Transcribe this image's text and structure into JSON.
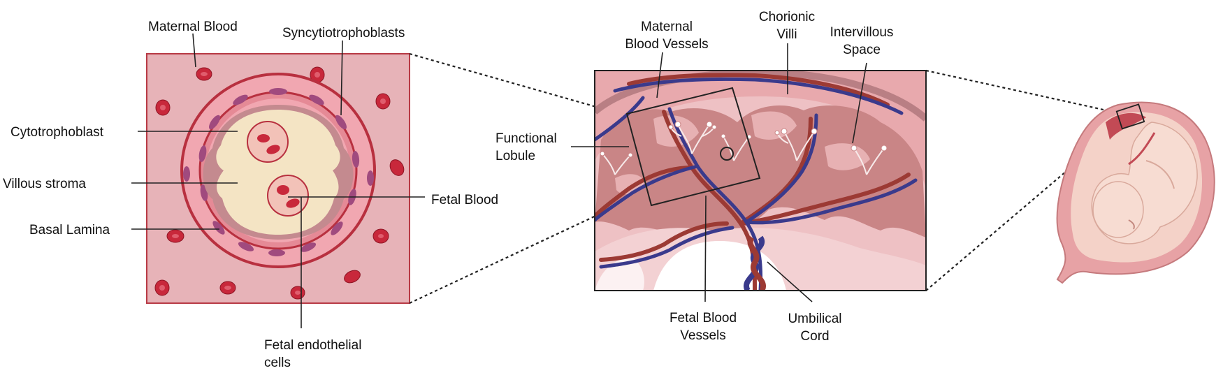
{
  "labels": {
    "maternal_blood": "Maternal Blood",
    "syncytiotrophoblasts": "Syncytiotrophoblasts",
    "cytotrophoblast": "Cytotrophoblast",
    "villous_stroma": "Villous stroma",
    "basal_lamina": "Basal Lamina",
    "fetal_blood": "Fetal Blood",
    "fetal_endothelial_line1": "Fetal endothelial",
    "fetal_endothelial_line2": "cells",
    "maternal_vessels_line1": "Maternal",
    "maternal_vessels_line2": "Blood Vessels",
    "chorionic_line1": "Chorionic",
    "chorionic_line2": "Villi",
    "intervillous_line1": "Intervillous",
    "intervillous_line2": "Space",
    "functional_line1": "Functional",
    "functional_line2": "Lobule",
    "fetal_vessels_line1": "Fetal Blood",
    "fetal_vessels_line2": "Vessels",
    "umbilical_line1": "Umbilical",
    "umbilical_line2": "Cord"
  },
  "colors": {
    "maternal_tissue": "#e7b3b8",
    "red_cell": "#c8283b",
    "villus_ring": "#b8303f",
    "syncytio_band": "#f1a7b1",
    "nuclei": "#a04a7e",
    "stroma": "#f4e4c4",
    "fetal_vessel_blue": "#3a3a8c",
    "fetal_vessel_red": "#9c3a34",
    "placenta_lobe": "#c98586",
    "uterus_wall": "#e7a2a5",
    "fetus_skin": "#f4d2c8"
  }
}
